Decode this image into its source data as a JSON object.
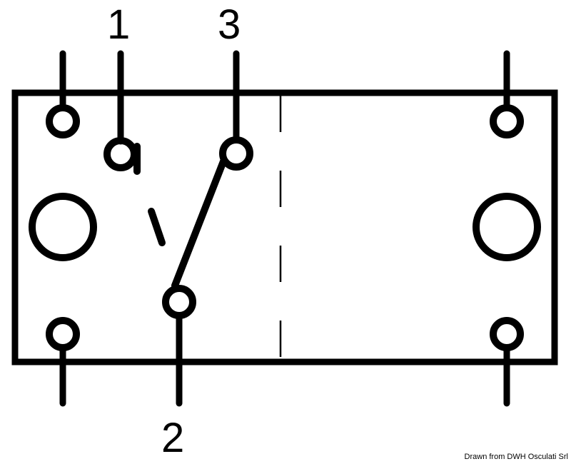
{
  "diagram": {
    "type": "switch-schematic",
    "title": "",
    "terminal_labels": {
      "t1": "1",
      "t2": "2",
      "t3": "3"
    },
    "credit": "Drawn from DWH Osculati Srl",
    "colors": {
      "stroke": "#000000",
      "background": "#ffffff"
    }
  }
}
